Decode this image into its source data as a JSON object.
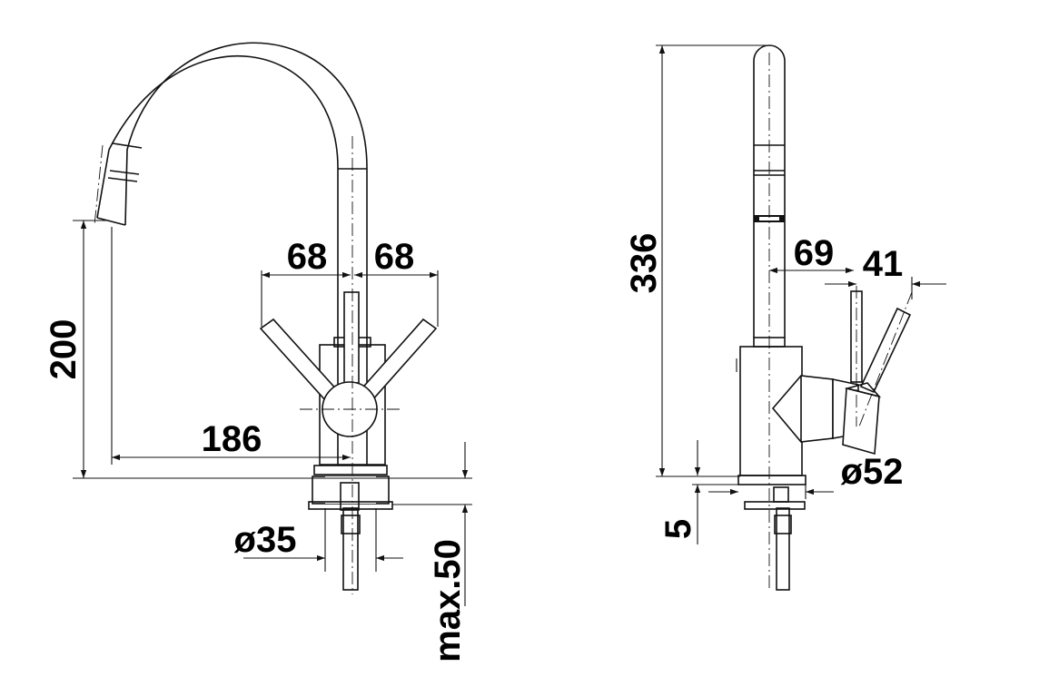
{
  "front_view": {
    "handle_left_offset": "68",
    "handle_right_offset": "68",
    "spout_height": "200",
    "spout_reach": "186",
    "mount_hole_diameter": "ø35",
    "max_deck_thickness": "max.50"
  },
  "side_view": {
    "total_height": "336",
    "handle_offset": "69",
    "handle_offset_2": "41",
    "base_diameter": "ø52",
    "base_plate_thickness": "5"
  },
  "colors": {
    "line": "#111111",
    "background": "#ffffff"
  }
}
